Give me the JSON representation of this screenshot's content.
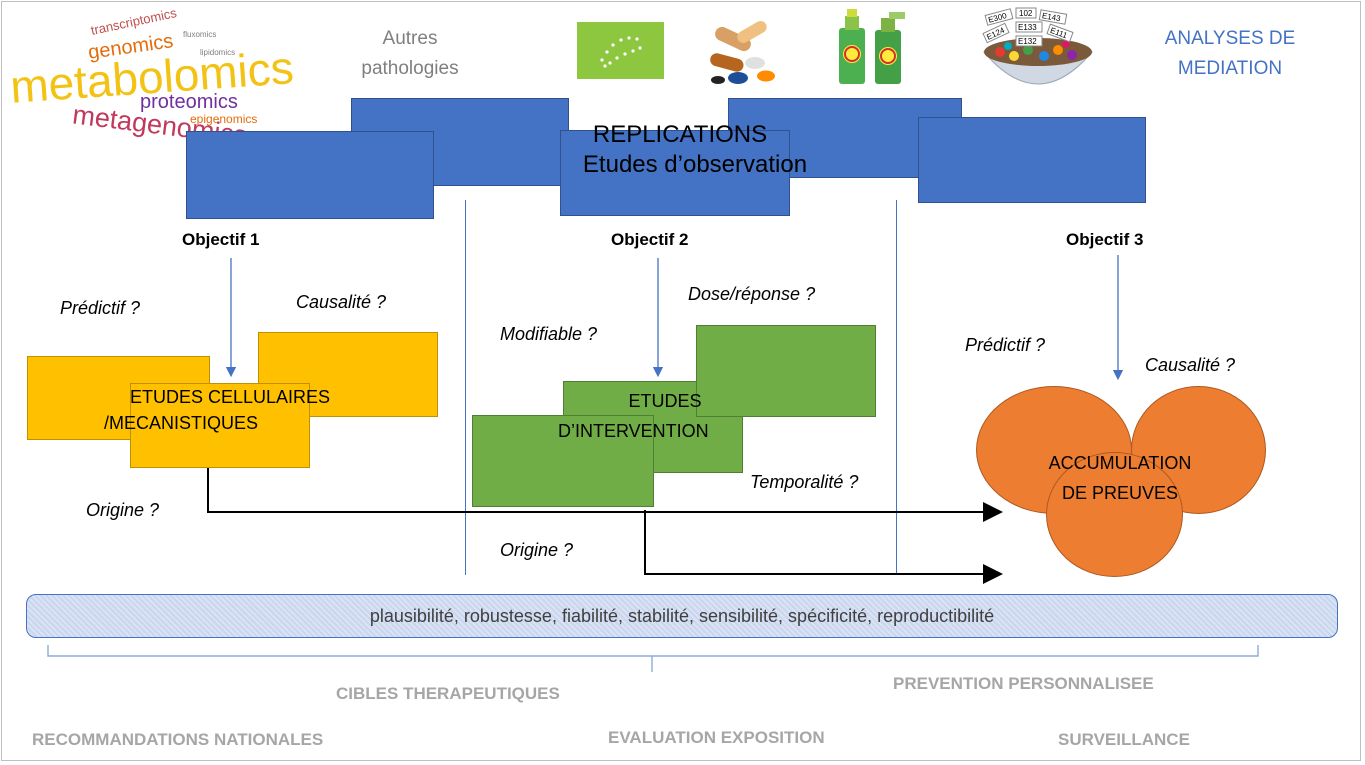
{
  "top": {
    "autres_pathologies_line1": "Autres",
    "autres_pathologies_line2": "pathologies",
    "analyses_line1": "ANALYSES DE",
    "analyses_line2": "MEDIATION",
    "replications_line1": "REPLICATIONS",
    "replications_line2": "Etudes d’observation"
  },
  "wordcloud": {
    "w1": "transcriptomics",
    "w2": "genomics",
    "w3": "fluxomics",
    "w4": "lipidomics",
    "w5": "metabolomics",
    "w6": "proteomics",
    "w7": "epigenomics",
    "w8": "metagenomics"
  },
  "additives": {
    "e300": "E300",
    "e102": "102",
    "e143": "E143",
    "e124": "E124",
    "e133": "E133",
    "e111": "E111",
    "e132": "E132"
  },
  "objectives": {
    "obj1": "Objectif 1",
    "obj2": "Objectif 2",
    "obj3": "Objectif 3"
  },
  "questions": {
    "predictif1": "Prédictif ?",
    "causalite1": "Causalité ?",
    "origine1": "Origine ?",
    "modifiable": "Modifiable ?",
    "dose": "Dose/réponse ?",
    "temporalite": "Temporalité ?",
    "origine2": "Origine ?",
    "predictif3": "Prédictif ?",
    "causalite3": "Causalité ?"
  },
  "boxes": {
    "cellulaires_line1": "ETUDES CELLULAIRES",
    "cellulaires_line2": "/MECANISTIQUES",
    "intervention_line1": "ETUDES",
    "intervention_line2": "D’INTERVENTION",
    "accumulation_line1": "ACCUMULATION",
    "accumulation_line2": "DE PREUVES"
  },
  "banner": "plausibilité, robustesse, fiabilité, stabilité, sensibilité, spécificité, reproductibilité",
  "outcomes": {
    "cibles": "CIBLES THERAPEUTIQUES",
    "prevention": "PREVENTION PERSONNALISEE",
    "recommandations": "RECOMMANDATIONS NATIONALES",
    "evaluation": "EVALUATION EXPOSITION",
    "surveillance": "SURVEILLANCE"
  },
  "colors": {
    "blue": "#4472c4",
    "yellow": "#ffc000",
    "green": "#70ad47",
    "orange": "#ed7d31",
    "grey_text": "#a6a6a6",
    "analyses_text": "#4472c4"
  }
}
